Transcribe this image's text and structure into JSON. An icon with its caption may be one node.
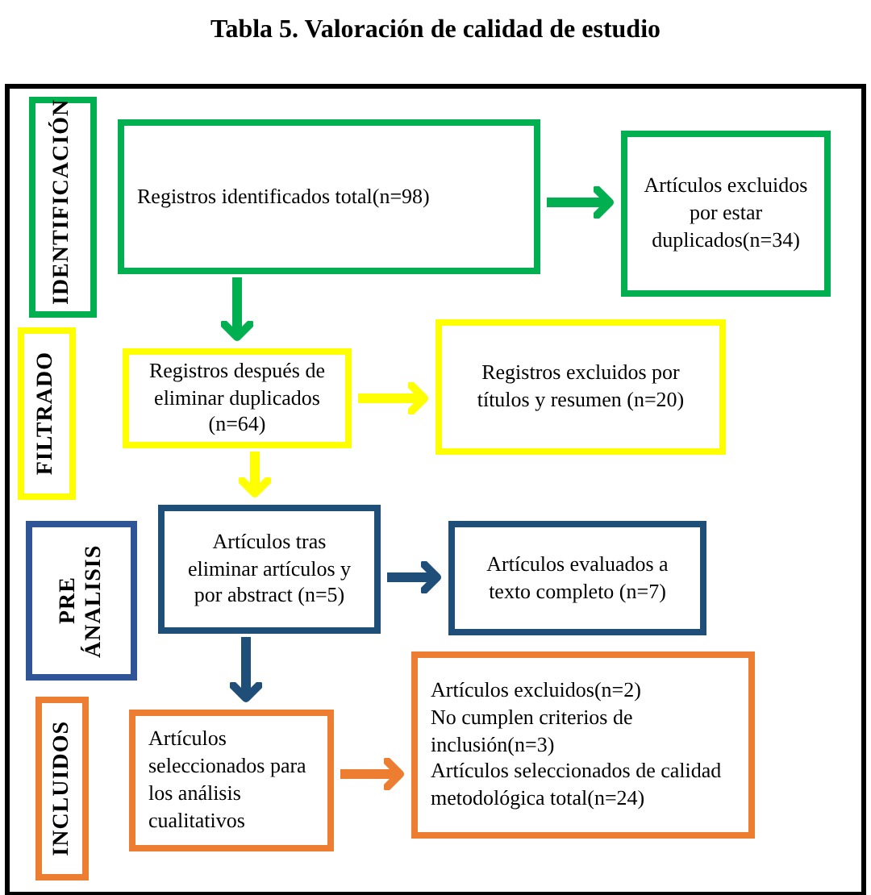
{
  "diagram": {
    "title": "Tabla 5. Valoración de calidad de estudio",
    "nodes": [
      {
        "text": [
          "IDENTIFICACIÓN"
        ]
      },
      {
        "text": [
          "Registros identificados total(n=98)"
        ]
      },
      {
        "text": [
          "Artículos excluidos por estar duplicados(n=34)"
        ]
      },
      {
        "text": [
          "FILTRADO"
        ]
      },
      {
        "text": [
          "Registros después de eliminar duplicados (n=64)"
        ]
      },
      {
        "text": [
          "Registros excluidos por títulos y resumen (n=20)"
        ]
      },
      {
        "text": [
          "PRE ÁNALISIS"
        ]
      },
      {
        "text": [
          "Artículos tras eliminar artículos y por abstract (n=5)"
        ]
      },
      {
        "text": [
          "Artículos evaluados a texto completo (n=7)"
        ]
      },
      {
        "text": [
          "INCLUIDOS"
        ]
      },
      {
        "text": [
          "Artículos seleccionados para los análisis cualitativos"
        ]
      },
      {
        "text": [
          "Artículos excluidos(n=2)",
          "No cumplen criterios de inclusión(n=3)",
          "Artículos seleccionados de calidad metodológica total(n=24)"
        ]
      }
    ],
    "edges": [
      {
        "from": 1,
        "to": 2,
        "arrow": "to",
        "color": "#00b050"
      },
      {
        "from": 1,
        "to": 4,
        "arrow": "to",
        "color": "#00b050"
      },
      {
        "from": 4,
        "to": 5,
        "arrow": "to",
        "color": "#ffff00"
      },
      {
        "from": 4,
        "to": 7,
        "arrow": "to",
        "color": "#ffff00"
      },
      {
        "from": 7,
        "to": 8,
        "arrow": "to",
        "color": "#1f4e79"
      },
      {
        "from": 7,
        "to": 10,
        "arrow": "to",
        "color": "#1f4e79"
      },
      {
        "from": 10,
        "to": 11,
        "arrow": "to",
        "color": "#ed7d31"
      }
    ]
  }
}
